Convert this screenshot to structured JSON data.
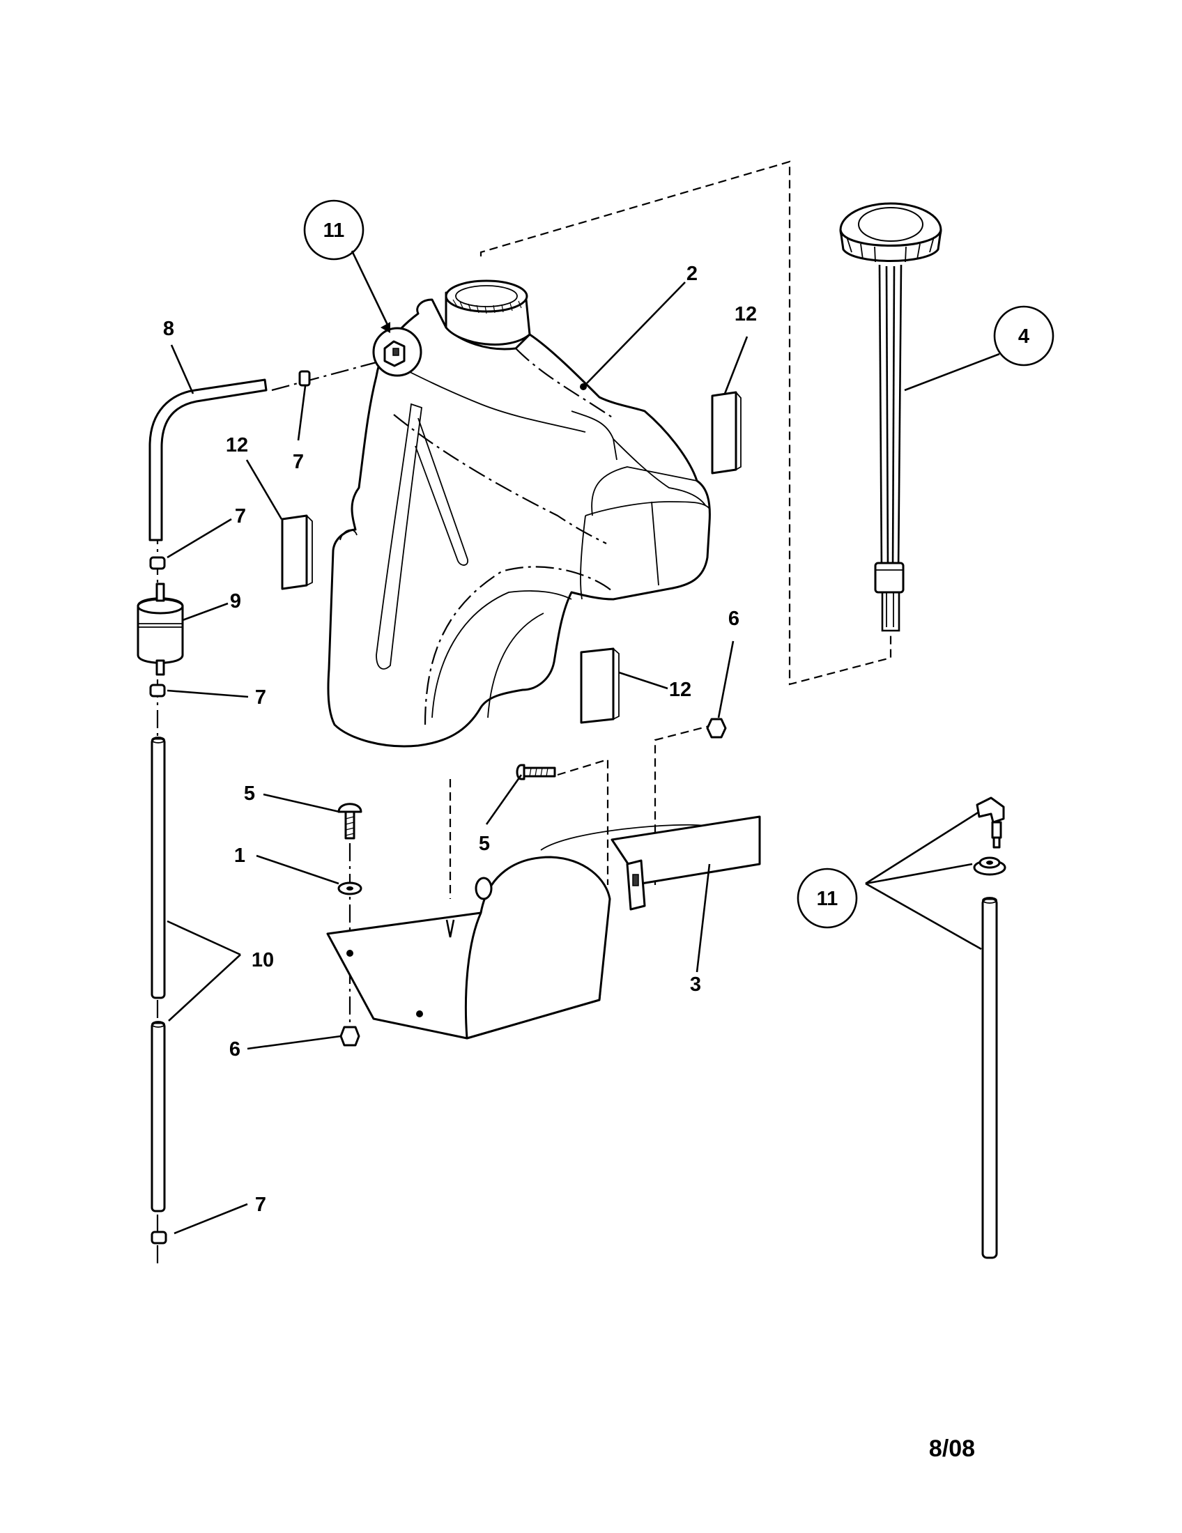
{
  "callouts": {
    "c1": "1",
    "c2": "2",
    "c3": "3",
    "c4": "4",
    "c5a": "5",
    "c5b": "5",
    "c6a": "6",
    "c6b": "6",
    "c7a": "7",
    "c7b": "7",
    "c7c": "7",
    "c7d": "7",
    "c8": "8",
    "c9": "9",
    "c10": "10",
    "c11a": "11",
    "c11b": "11",
    "c12a": "12",
    "c12b": "12",
    "c12c": "12"
  },
  "footer": {
    "date_code": "8/08"
  }
}
